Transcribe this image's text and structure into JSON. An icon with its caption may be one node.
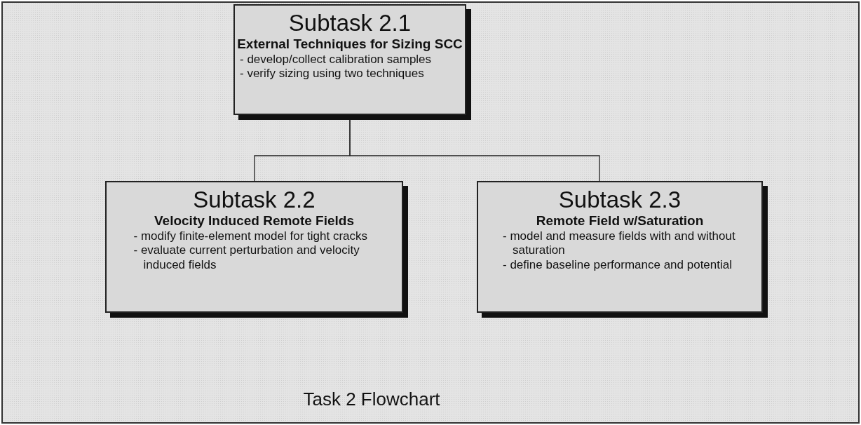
{
  "diagram": {
    "caption": "Task 2 Flowchart",
    "nodes": [
      {
        "text": [
          "Subtask 2.1",
          "External Techniques for Sizing SCC",
          "- develop/collect calibration samples",
          "- verify sizing using two techniques"
        ]
      },
      {
        "text": [
          "Subtask 2.2",
          "Velocity Induced Remote Fields",
          "- modify finite-element model for tight cracks",
          "- evaluate current perturbation and velocity induced fields"
        ]
      },
      {
        "text": [
          "Subtask 2.3",
          "Remote Field w/Saturation",
          "- model and measure fields with and without saturation",
          "- define baseline performance and potential"
        ]
      }
    ],
    "edges": [
      {
        "from": 0,
        "to": 1,
        "arrow": "none"
      },
      {
        "from": 0,
        "to": 2,
        "arrow": "none"
      }
    ]
  }
}
